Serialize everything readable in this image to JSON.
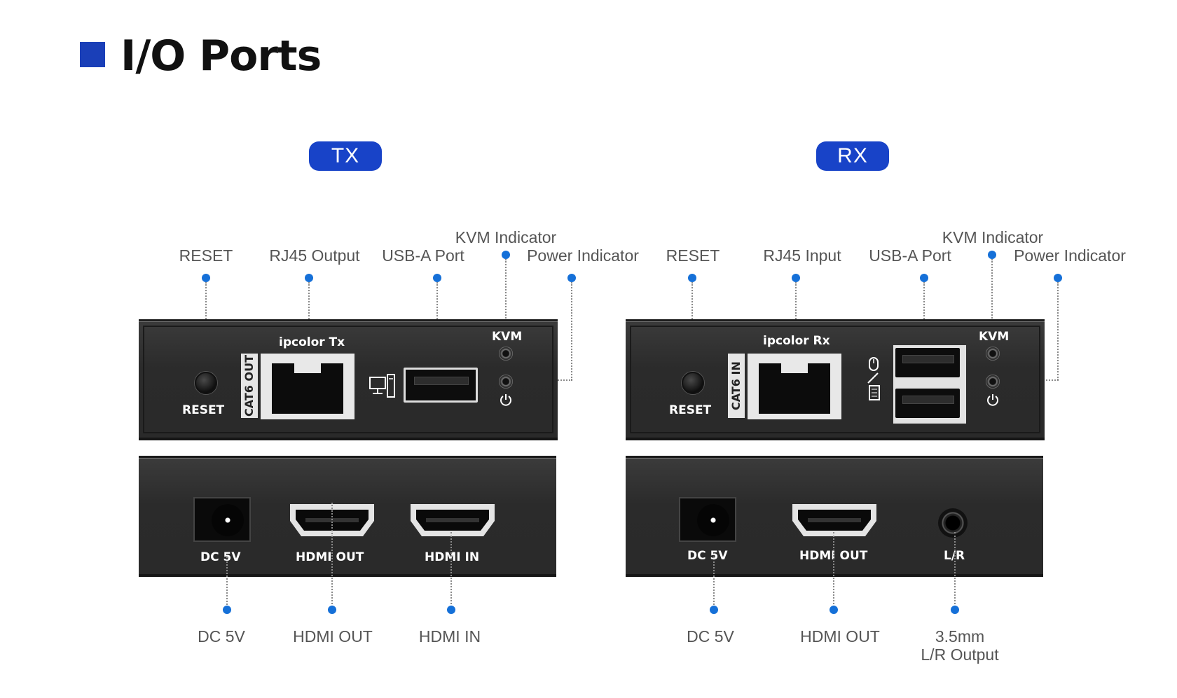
{
  "title": "I/O Ports",
  "tx": {
    "badge": "TX",
    "callouts_top": {
      "reset": "RESET",
      "rj45": "RJ45 Output",
      "usb": "USB-A Port",
      "kvm": "KVM Indicator",
      "power": "Power Indicator"
    },
    "callouts_bottom": {
      "dc": "DC 5V",
      "hdmi_out": "HDMI OUT",
      "hdmi_in": "HDMI IN"
    },
    "device_front": {
      "brand": "ipcolor  Tx",
      "reset": "RESET",
      "cat6": "CAT6 OUT",
      "kvm": "KVM"
    },
    "device_back": {
      "dc": "DC 5V",
      "hdmi_out": "HDMI OUT",
      "hdmi_in": "HDMI IN"
    }
  },
  "rx": {
    "badge": "RX",
    "callouts_top": {
      "reset": "RESET",
      "rj45": "RJ45 Input",
      "usb": "USB-A Port",
      "kvm": "KVM Indicator",
      "power": "Power Indicator"
    },
    "callouts_bottom": {
      "dc": "DC 5V",
      "hdmi_out": "HDMI OUT",
      "audio_line1": "3.5mm",
      "audio_line2": "L/R Output"
    },
    "device_front": {
      "brand": "ipcolor  Rx",
      "reset": "RESET",
      "cat6": "CAT6 IN",
      "kvm": "KVM"
    },
    "device_back": {
      "dc": "DC 5V",
      "hdmi_out": "HDMI OUT",
      "audio": "L/R"
    }
  },
  "colors": {
    "accent": "#1843c8",
    "callout_dot": "#1570d8",
    "device_body": "#2e2e2e"
  },
  "icons": [
    "computer-icon",
    "keyboard-mouse-icon",
    "power-icon"
  ]
}
